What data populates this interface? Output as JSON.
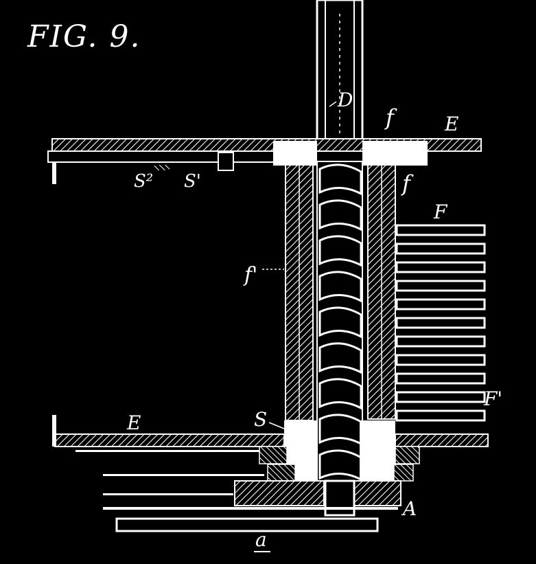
{
  "figure": {
    "title": "FIG. 9.",
    "labels": {
      "D": "D",
      "f_top": "f",
      "E_top": "E",
      "f_right": "f",
      "S2": "S²",
      "S1": "S'",
      "F_top": "F",
      "f1": "f'",
      "F_bottom": "F'",
      "E_bottom": "E",
      "S": "S",
      "A": "A",
      "a": "a"
    }
  },
  "colors": {
    "background": "#000000",
    "ink": "#ffffff"
  }
}
